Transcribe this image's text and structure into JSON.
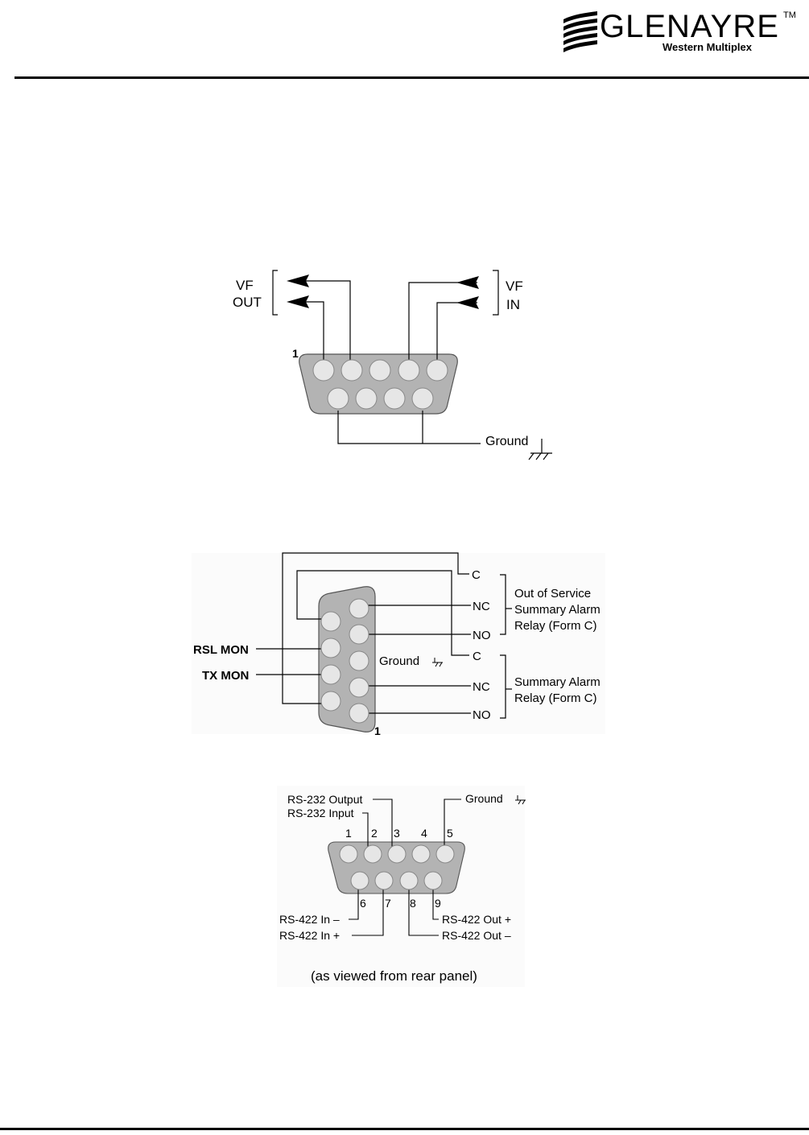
{
  "header": {
    "brand_name": "GLENAYRE",
    "brand_tm": "TM",
    "brand_sub": "Western Multiplex",
    "colors": {
      "rule": "#000000",
      "pin": "#e6e6e6",
      "shell": "#b3b3b3"
    }
  },
  "vf_connector": {
    "out_label_1": "VF",
    "out_label_2": "OUT",
    "in_label_1": "VF",
    "in_label_2": "IN",
    "pin1_label": "1",
    "ground_label": "Ground"
  },
  "alarm_connector": {
    "c1": "C",
    "nc1": "NC",
    "no1": "NO",
    "c2": "C",
    "nc2": "NC",
    "no2": "NO",
    "group1_line1": "Out of Service",
    "group1_line2": "Summary Alarm",
    "group1_line3": "Relay (Form C)",
    "group2_line1": "Summary Alarm",
    "group2_line2": "Relay (Form C)",
    "rsl_mon": "RSL MON",
    "tx_mon": "TX MON",
    "ground": "Ground",
    "pin1_label": "1"
  },
  "serial_connector": {
    "rs232_output": "RS-232 Output",
    "rs232_input": "RS-232 Input",
    "ground": "Ground",
    "pin_numbers": [
      "1",
      "2",
      "3",
      "4",
      "5",
      "6",
      "7",
      "8",
      "9"
    ],
    "rs422_in_minus": "RS-422 In –",
    "rs422_in_plus": "RS-422 In +",
    "rs422_out_plus": "RS-422 Out +",
    "rs422_out_minus": "RS-422 Out –",
    "caption": "(as viewed from rear panel)"
  }
}
